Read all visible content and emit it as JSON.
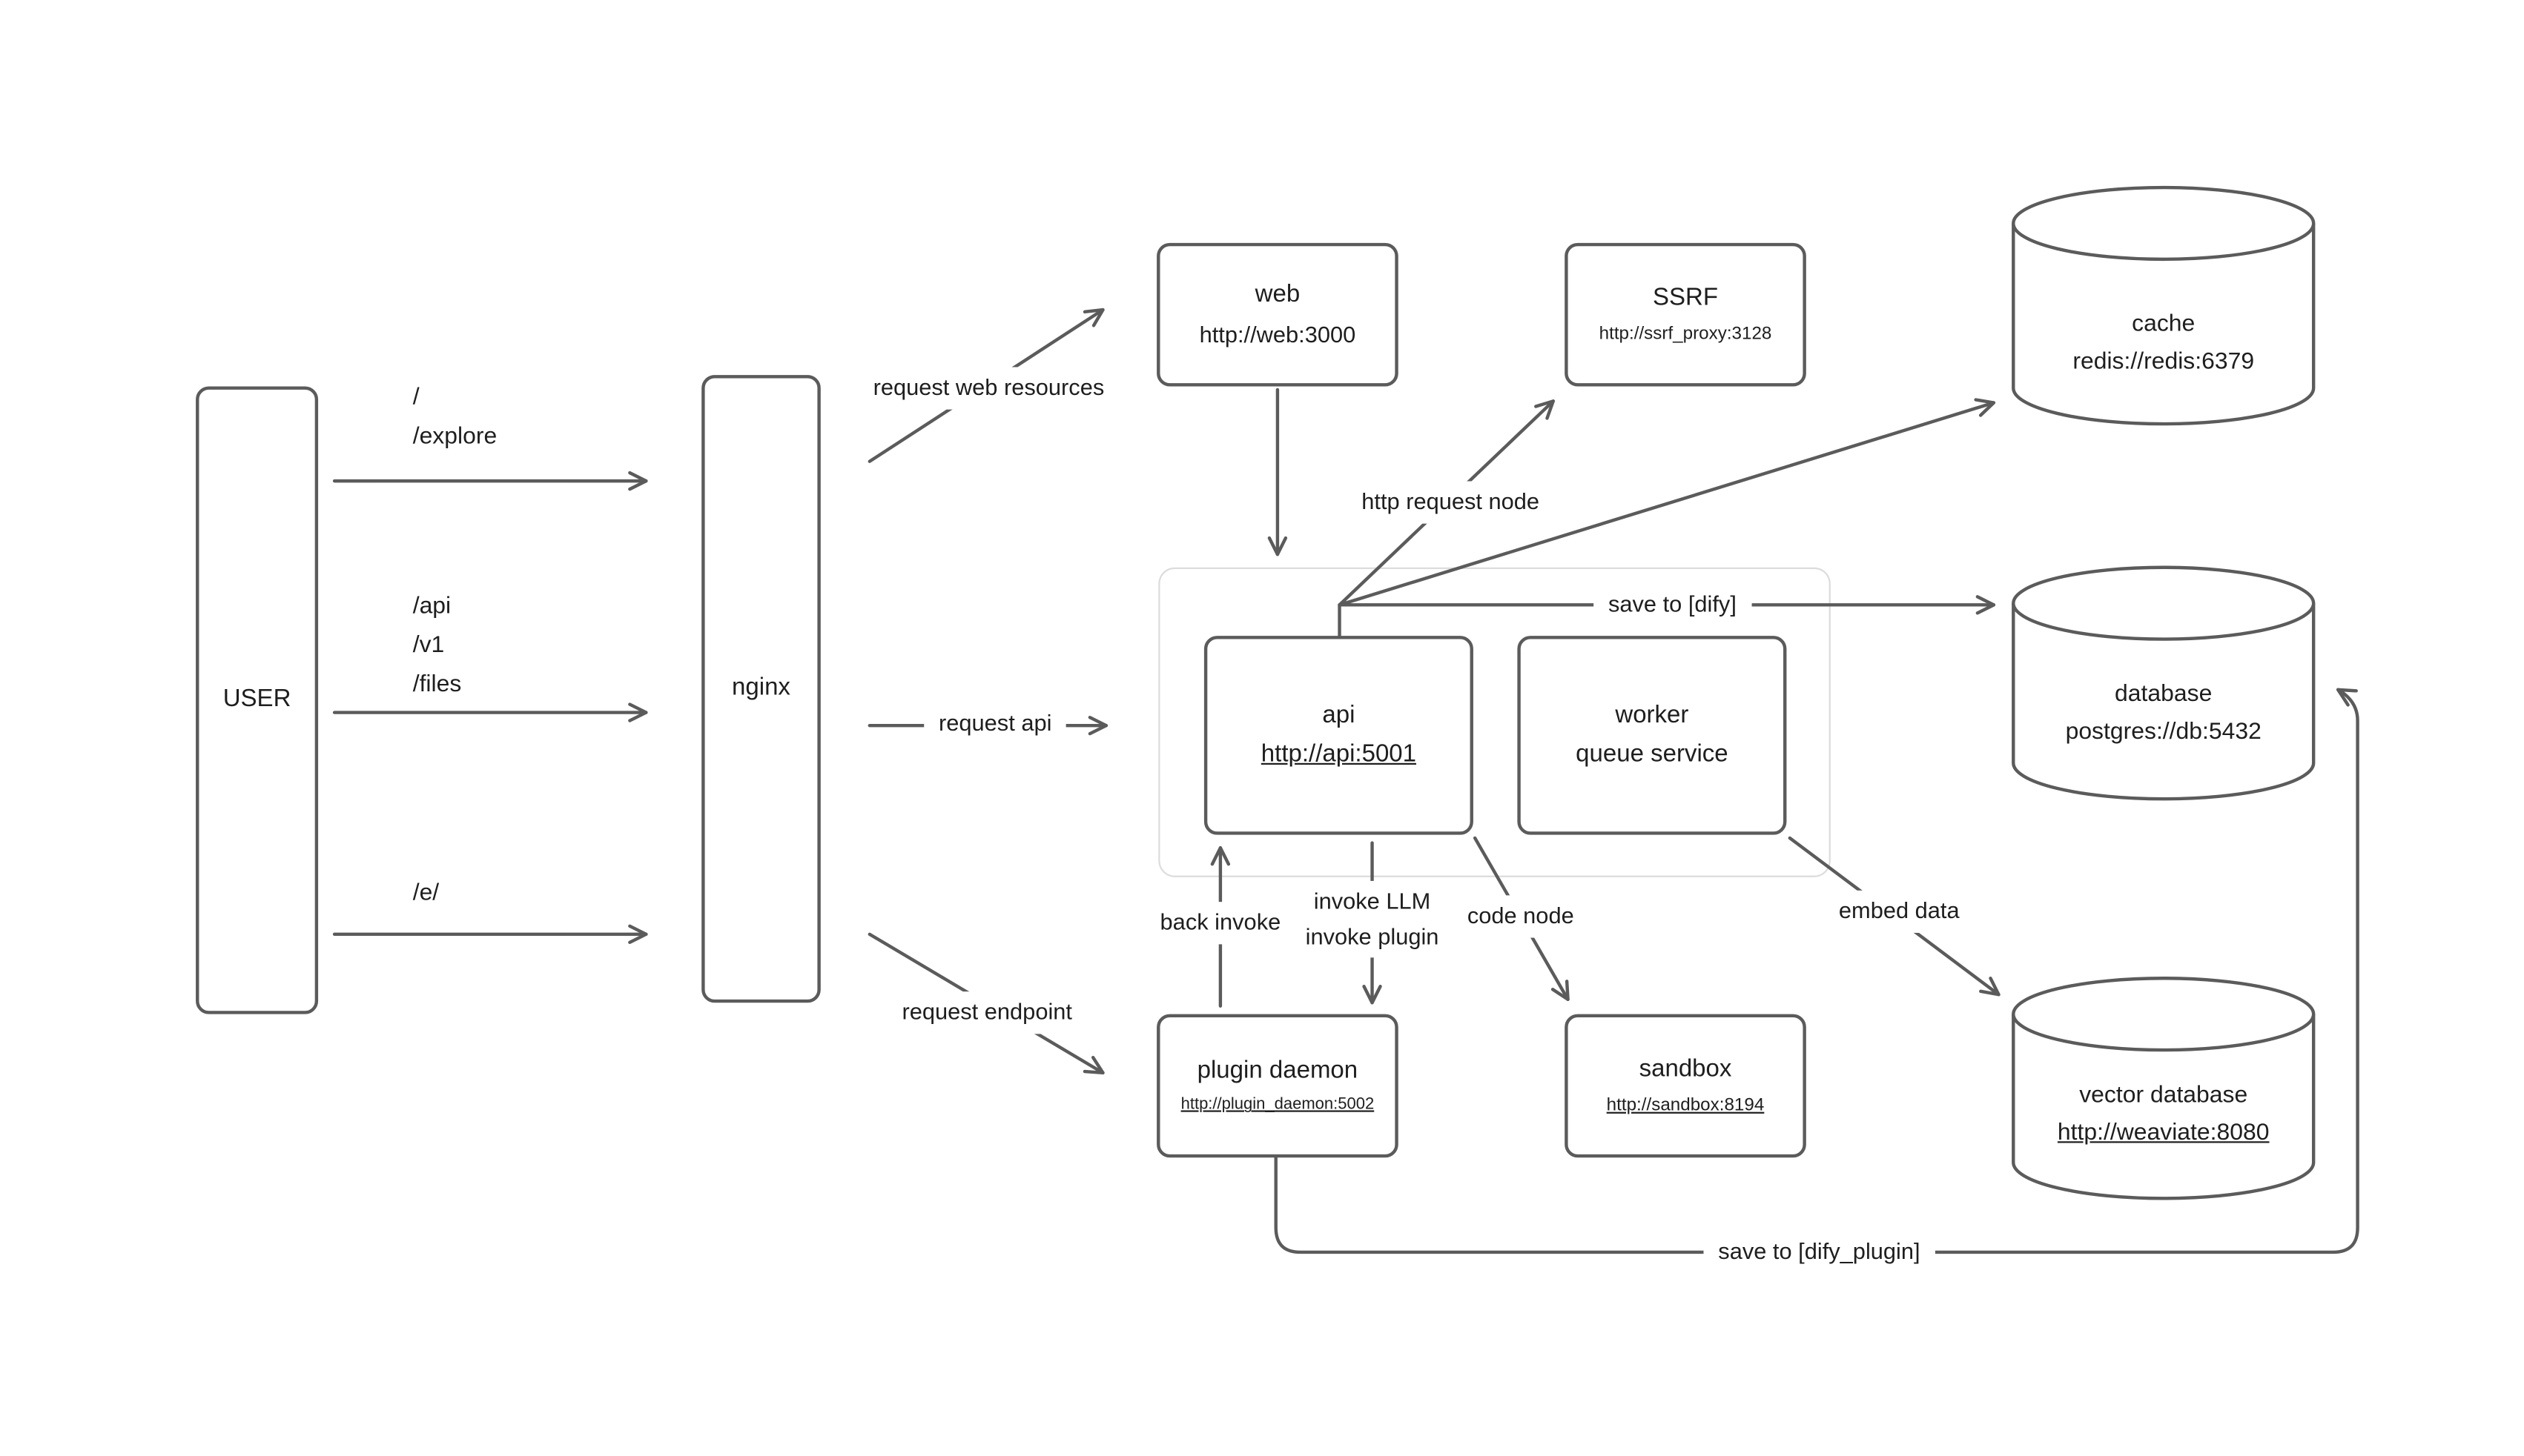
{
  "nodes": {
    "user": {
      "label": "USER"
    },
    "nginx": {
      "label": "nginx"
    },
    "web": {
      "title": "web",
      "subtitle": "http://web:3000"
    },
    "ssrf": {
      "title": "SSRF",
      "subtitle": "http://ssrf_proxy:3128"
    },
    "api": {
      "title": "api",
      "subtitle": "http://api:5001"
    },
    "worker": {
      "title": "worker",
      "subtitle": "queue service"
    },
    "plugin_daemon": {
      "title": "plugin daemon",
      "subtitle": "http://plugin_daemon:5002"
    },
    "sandbox": {
      "title": "sandbox",
      "subtitle": "http://sandbox:8194"
    },
    "cache": {
      "title": "cache",
      "subtitle": "redis://redis:6379"
    },
    "database": {
      "title": "database",
      "subtitle": "postgres://db:5432"
    },
    "vector_database": {
      "title": "vector database",
      "subtitle": "http://weaviate:8080"
    }
  },
  "routes": {
    "explore": {
      "line1": "/",
      "line2": "/explore"
    },
    "api": {
      "line1": "/api",
      "line2": "/v1",
      "line3": "/files"
    },
    "e": {
      "line1": "/e/"
    }
  },
  "edge_labels": {
    "request_web_resources": "request web resources",
    "request_api": "request api",
    "request_endpoint": "request endpoint",
    "http_request_node": "http request node",
    "save_to_dify": "save to [dify]",
    "back_invoke": "back invoke",
    "invoke_llm": "invoke LLM",
    "invoke_plugin": "invoke plugin",
    "code_node": "code node",
    "embed_data": "embed data",
    "save_to_dify_plugin": "save to [dify_plugin]"
  },
  "colors": {
    "stroke": "#5b5b5b",
    "text": "#1e1e1e",
    "group_border": "#dcdcdc",
    "background": "#ffffff"
  }
}
